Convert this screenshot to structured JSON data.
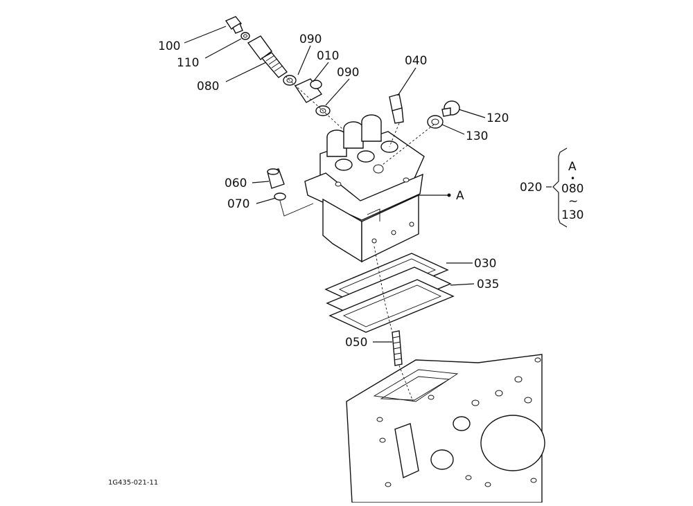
{
  "callouts": {
    "c100": "100",
    "c110": "110",
    "c080": "080",
    "c090a": "090",
    "c010": "010",
    "c090b": "090",
    "c040": "040",
    "c120": "120",
    "c130": "130",
    "c060": "060",
    "c070": "070",
    "cA": "A",
    "c030": "030",
    "c035": "035",
    "c050": "050",
    "c020": "020"
  },
  "assembly_note": {
    "ref": "A",
    "dot": "•",
    "from": "080",
    "tilde": "~",
    "to": "130"
  },
  "figure_code": "1G435-021-11"
}
